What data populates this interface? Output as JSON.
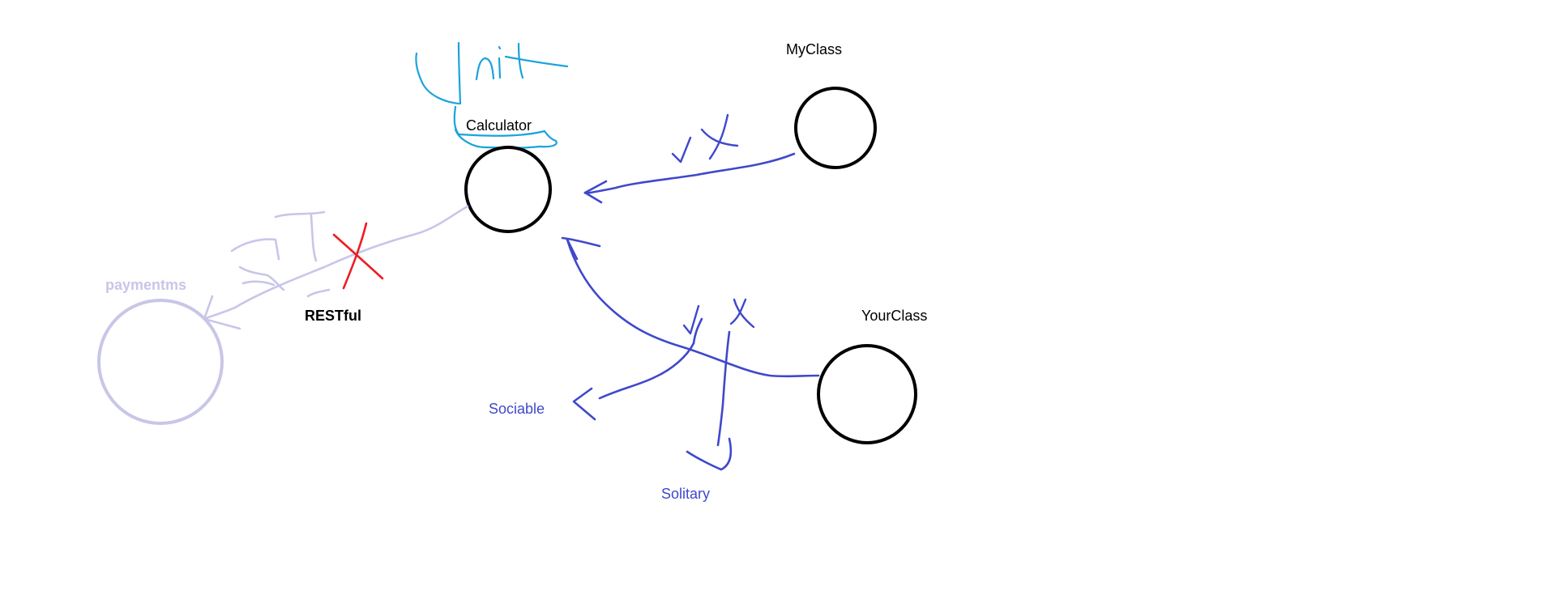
{
  "nodes": {
    "calculator": {
      "label": "Calculator"
    },
    "myclass": {
      "label": "MyClass"
    },
    "yourclass": {
      "label": "YourClass"
    },
    "paymentms": {
      "label": "paymentms"
    }
  },
  "annotations": {
    "unit": "Unit",
    "restful": "RESTful",
    "sociable": "Sociable",
    "solitary": "Solitary"
  },
  "colors": {
    "node_stroke": "#000000",
    "unit_blue": "#1aa3dc",
    "arrow_blue": "#3f48cc",
    "faded": "#c8c6e8",
    "cross_red": "#ed1c24"
  }
}
